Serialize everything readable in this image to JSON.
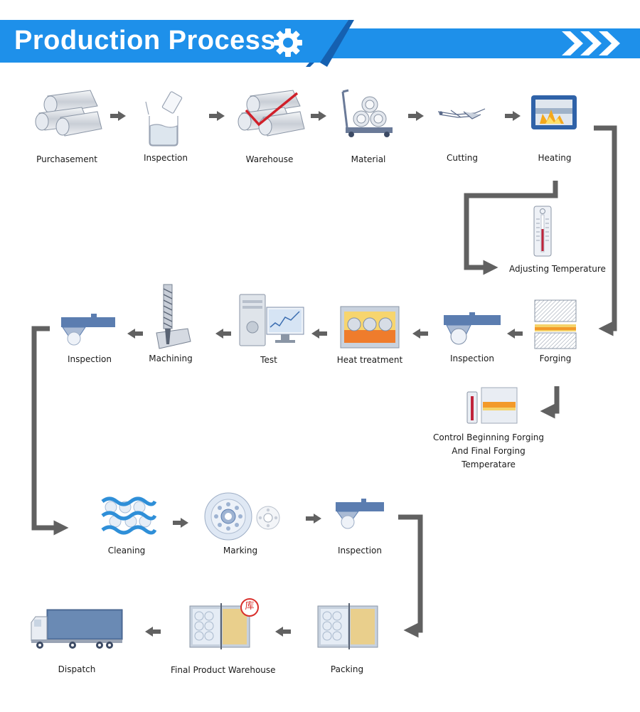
{
  "header": {
    "title": "Production Process",
    "icon": "gear-icon",
    "colors": {
      "banner": "#1e90ea",
      "banner_dark": "#1560b0",
      "arrow": "#616161"
    }
  },
  "steps": [
    {
      "id": "purchasement",
      "label": "Purchasement",
      "icon": "steel-pipes-icon"
    },
    {
      "id": "inspection-1",
      "label": "Inspection",
      "icon": "beaker-icon"
    },
    {
      "id": "warehouse",
      "label": "Warehouse",
      "icon": "checked-pipes-icon"
    },
    {
      "id": "material",
      "label": "Material",
      "icon": "cart-icon"
    },
    {
      "id": "cutting",
      "label": "Cutting",
      "icon": "cutting-tool-icon"
    },
    {
      "id": "heating",
      "label": "Heating",
      "icon": "furnace-icon"
    },
    {
      "id": "adjusting-temperature",
      "label": "Adjusting Temperature",
      "icon": "thermometer-icon"
    },
    {
      "id": "forging",
      "label": "Forging",
      "icon": "forging-press-icon"
    },
    {
      "id": "control-forging-temp",
      "label": "Control Beginning Forging\nAnd Final Forging Temperatare",
      "icon": "temperature-panel-icon"
    },
    {
      "id": "inspection-2",
      "label": "Inspection",
      "icon": "inspection-machine-icon"
    },
    {
      "id": "heat-treatment",
      "label": "Heat treatment",
      "icon": "heat-treatment-oven-icon"
    },
    {
      "id": "test",
      "label": "Test",
      "icon": "computer-icon"
    },
    {
      "id": "machining",
      "label": "Machining",
      "icon": "drill-icon"
    },
    {
      "id": "inspection-3",
      "label": "Inspection",
      "icon": "inspection-machine-icon"
    },
    {
      "id": "cleaning",
      "label": "Cleaning",
      "icon": "cleaning-icon"
    },
    {
      "id": "marking",
      "label": "Marking",
      "icon": "flange-icon"
    },
    {
      "id": "inspection-4",
      "label": "Inspection",
      "icon": "inspection-machine-icon"
    },
    {
      "id": "packing",
      "label": "Packing",
      "icon": "wooden-case-icon"
    },
    {
      "id": "final-product-warehouse",
      "label": "Final Product Warehouse",
      "icon": "warehouse-case-icon",
      "stamp": "库"
    },
    {
      "id": "dispatch",
      "label": "Dispatch",
      "icon": "truck-icon"
    }
  ]
}
